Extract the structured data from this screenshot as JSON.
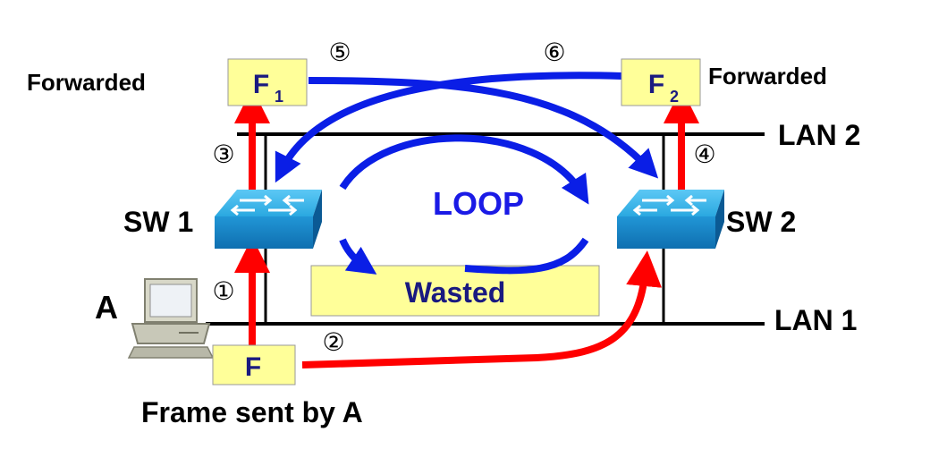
{
  "labels": {
    "forwarded_left": "Forwarded",
    "forwarded_right": "Forwarded",
    "lan1": "LAN 1",
    "lan2": "LAN 2",
    "sw1": "SW 1",
    "sw2": "SW 2",
    "host_a": "A",
    "loop": "LOOP",
    "wasted": "Wasted",
    "caption": "Frame sent by A"
  },
  "frames": {
    "f": "F",
    "f1_main": "F",
    "f1_sub": "1",
    "f2_main": "F",
    "f2_sub": "2"
  },
  "steps": [
    "①",
    "②",
    "③",
    "④",
    "⑤",
    "⑥"
  ],
  "colors": {
    "frame_fill": "#ffff99",
    "switch_fill": "#1a8fd0",
    "red_path": "#ff0000",
    "blue_path": "#0a1ee6",
    "label_blue": "#1a1ae6",
    "frame_text": "#1a1a80"
  }
}
